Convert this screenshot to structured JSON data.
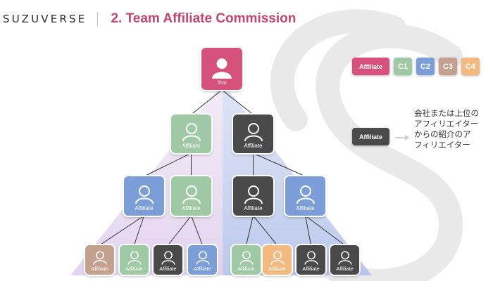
{
  "header": {
    "brand": "SUZUVERSE",
    "title": "2. Team Affiliate Commission"
  },
  "colors": {
    "you": "#d6517c",
    "c1": "#9fc9a5",
    "c2": "#7c9ed8",
    "c3": "#c4a08f",
    "c4": "#f3ba80",
    "external": "#4a4a4a"
  },
  "legend": {
    "affiliate": "Affiliate",
    "c1": "C1",
    "c2": "C2",
    "c3": "C3",
    "c4": "C4"
  },
  "note": {
    "badge": "Affiliate",
    "lines": [
      "会社または上位の",
      "アフィリエイター",
      "からの紹介のア",
      "フィリエイター"
    ]
  },
  "tree": {
    "root": {
      "label": "You",
      "level": "you"
    },
    "level1": [
      {
        "label": "Affiliate",
        "level": "c1"
      },
      {
        "label": "Affiliate",
        "level": "external"
      }
    ],
    "level2": [
      {
        "label": "Affiliate",
        "level": "c2"
      },
      {
        "label": "Affiliate",
        "level": "c1"
      },
      {
        "label": "Affiliate",
        "level": "external"
      },
      {
        "label": "Affiliate",
        "level": "c2"
      }
    ],
    "level3": [
      {
        "label": "Affiliate",
        "level": "c3"
      },
      {
        "label": "Affiliate",
        "level": "c1"
      },
      {
        "label": "Affiliate",
        "level": "external"
      },
      {
        "label": "Affiliate",
        "level": "c2"
      },
      {
        "label": "Affiliate",
        "level": "c1"
      },
      {
        "label": "Affiliate",
        "level": "c4"
      },
      {
        "label": "Affiliate",
        "level": "external"
      },
      {
        "label": "Affiliate",
        "level": "external"
      }
    ]
  }
}
